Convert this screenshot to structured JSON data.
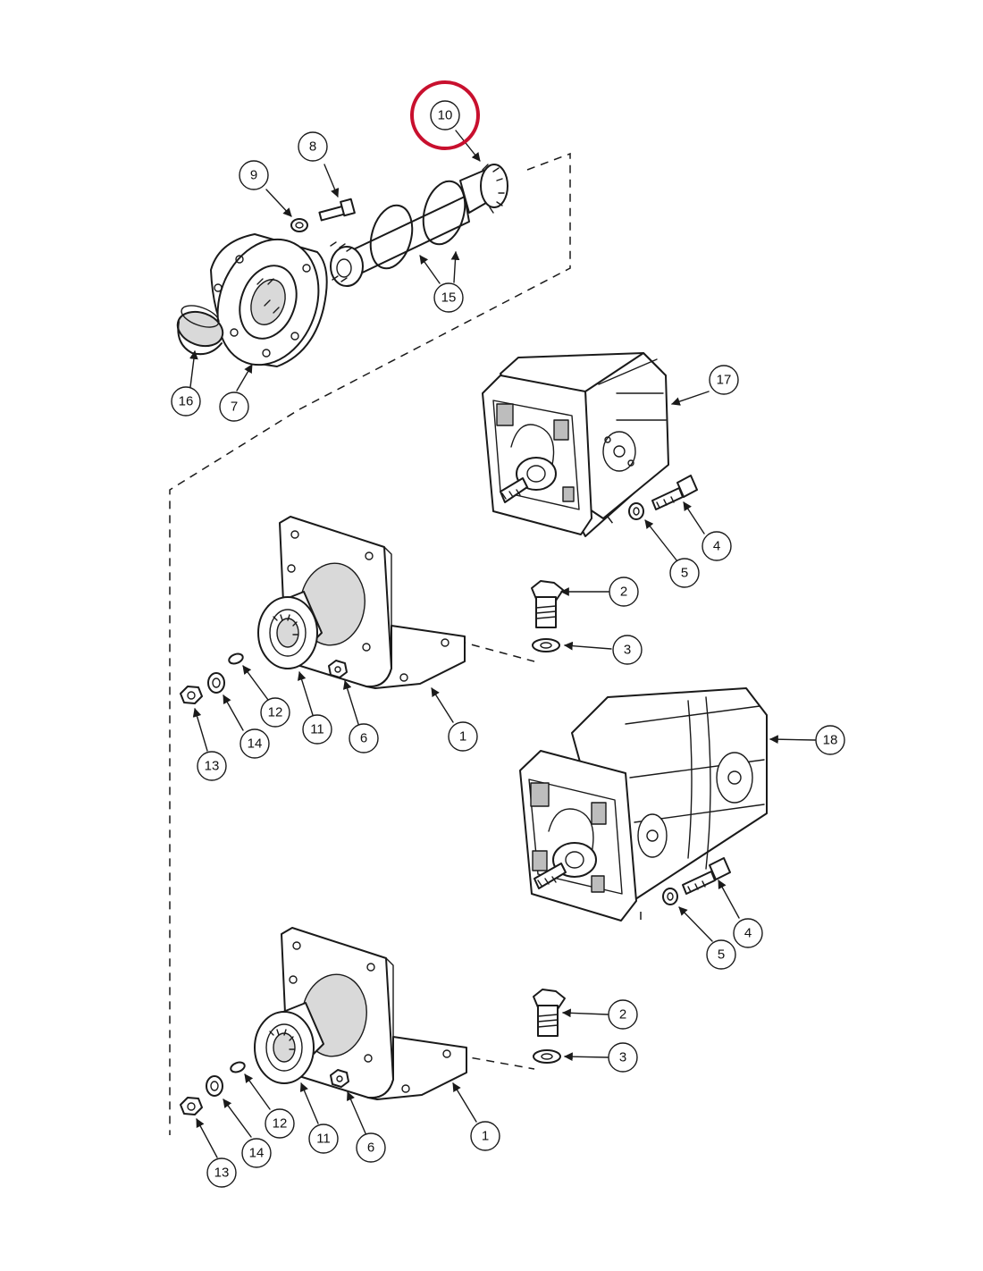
{
  "callouts": {
    "c10": "10",
    "c9": "9",
    "c8": "8",
    "c15": "15",
    "c16": "16",
    "c7": "7",
    "c17": "17",
    "c4a": "4",
    "c5a": "5",
    "c2a": "2",
    "c3a": "3",
    "c12a": "12",
    "c11a": "11",
    "c6a": "6",
    "c1a": "1",
    "c13a": "13",
    "c14a": "14",
    "c18": "18",
    "c4b": "4",
    "c5b": "5",
    "c2b": "2",
    "c3b": "3",
    "c12b": "12",
    "c11b": "11",
    "c6b": "6",
    "c1b": "1",
    "c13b": "13",
    "c14b": "14"
  },
  "highlight": {
    "item": "10",
    "color": "#c8102e"
  }
}
